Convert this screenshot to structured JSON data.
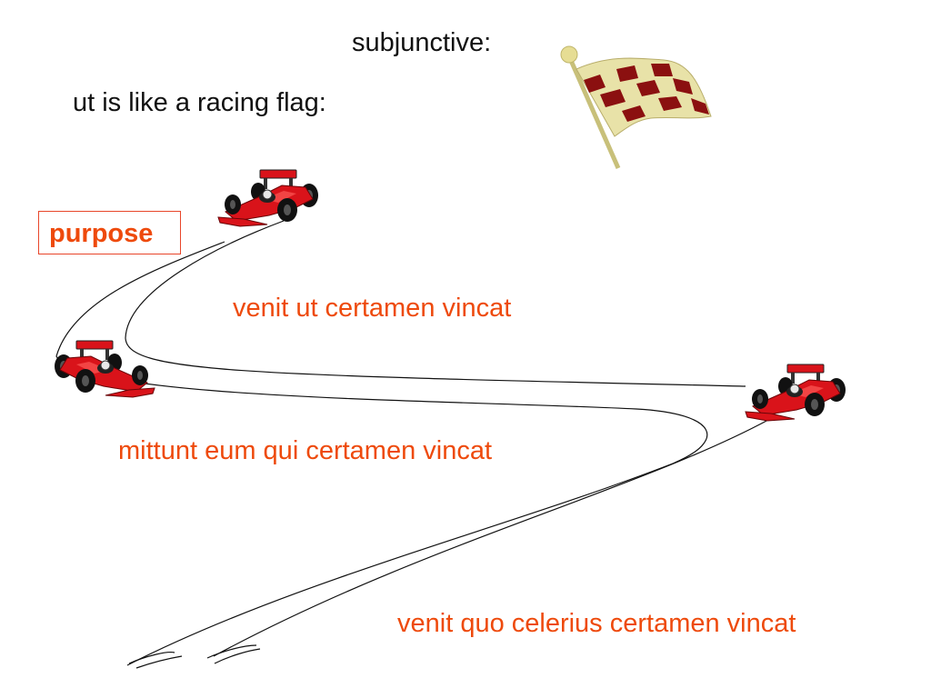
{
  "slide": {
    "heading": "subjunctive:",
    "subheading": "ut is like a racing flag:",
    "label": "purpose",
    "examples": [
      "venit ut certamen vincat",
      "mittunt eum qui certamen vincat",
      "venit quo celerius certamen vincat"
    ]
  },
  "icons": {
    "flag": "checkered-flag-icon",
    "car": "race-car-icon"
  },
  "colors": {
    "text": "#111111",
    "example_text": "#ee4a0c",
    "car_body": "#d9131a",
    "flag_light": "#e8e2a8",
    "flag_dark": "#8b1010"
  }
}
